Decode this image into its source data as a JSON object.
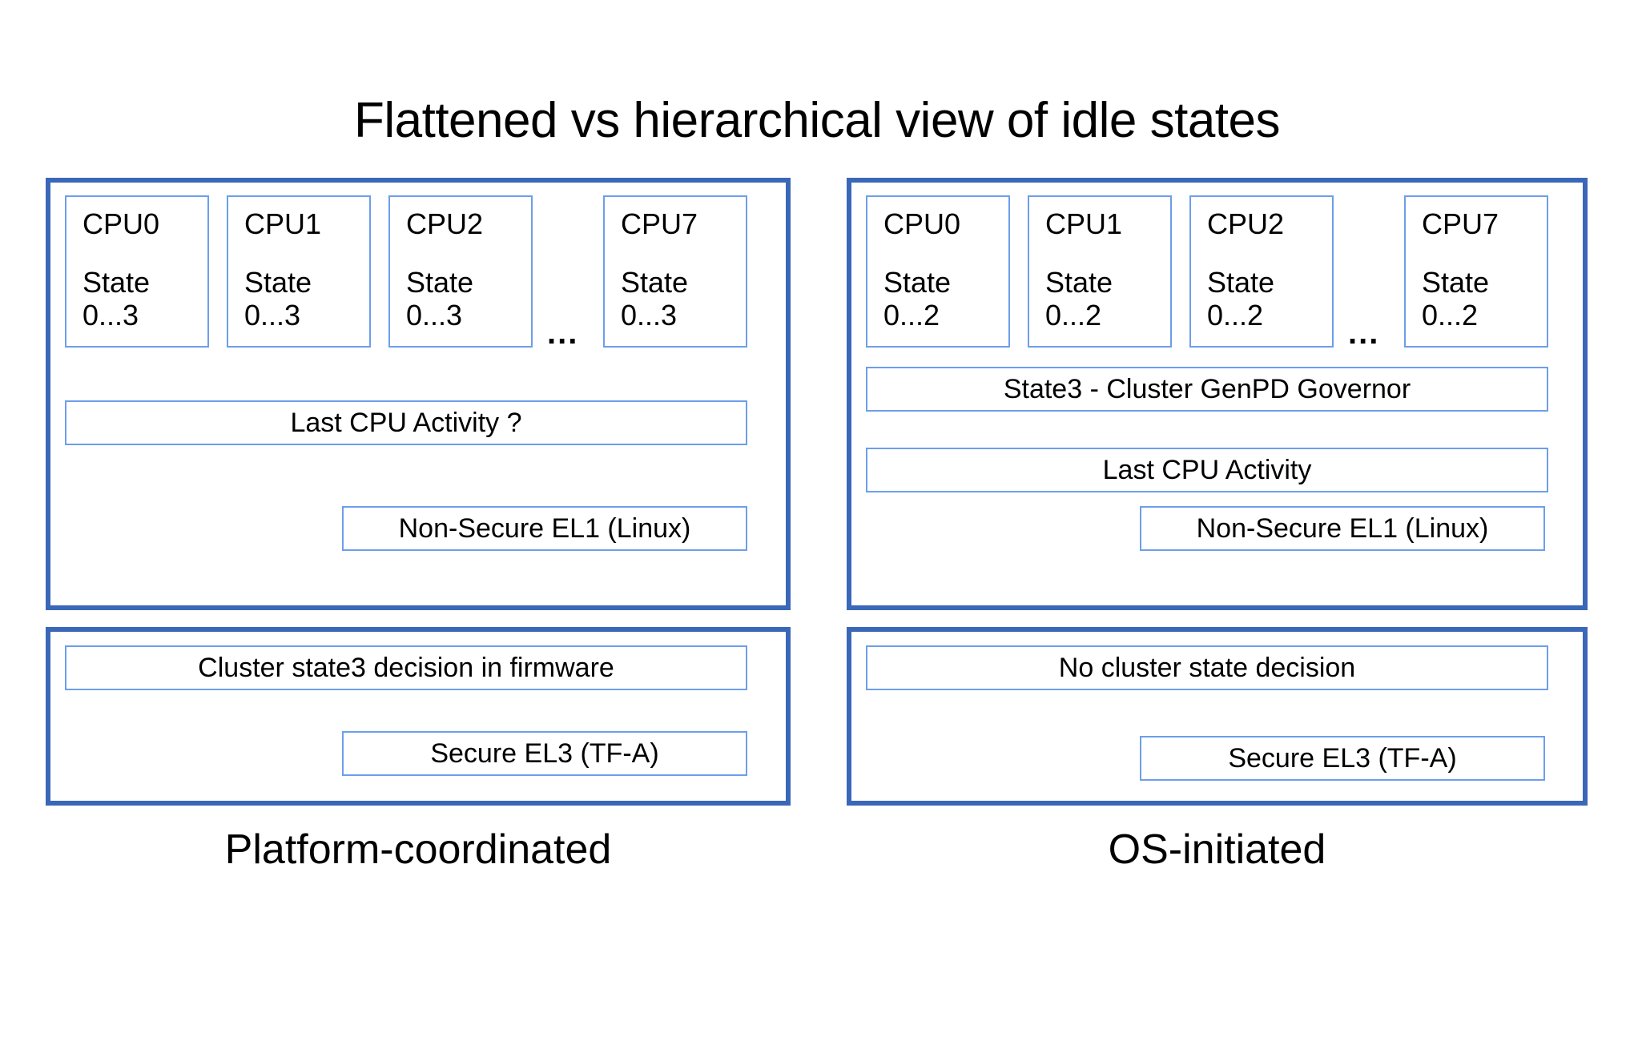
{
  "title": "Flattened vs hierarchical view of idle states",
  "colors": {
    "panel_border": "#3a67b8",
    "box_border": "#6d9eeb",
    "text": "#000000",
    "background": "#ffffff"
  },
  "ellipsis": "...",
  "left": {
    "caption": "Platform-coordinated",
    "cpus": [
      {
        "name": "CPU0",
        "state": "State\n0...3"
      },
      {
        "name": "CPU1",
        "state": "State\n0...3"
      },
      {
        "name": "CPU2",
        "state": "State\n0...3"
      },
      {
        "name": "CPU7",
        "state": "State\n0...3"
      }
    ],
    "bars": [
      "Last CPU Activity ?"
    ],
    "el1_label": "Non-Secure EL1 (Linux)",
    "firmware_bar": "Cluster state3 decision in firmware",
    "el3_label": "Secure EL3 (TF-A)"
  },
  "right": {
    "caption": "OS-initiated",
    "cpus": [
      {
        "name": "CPU0",
        "state": "State\n0...2"
      },
      {
        "name": "CPU1",
        "state": "State\n0...2"
      },
      {
        "name": "CPU2",
        "state": "State\n0...2"
      },
      {
        "name": "CPU7",
        "state": "State\n0...2"
      }
    ],
    "bars": [
      "State3 - Cluster GenPD Governor",
      "Last CPU Activity"
    ],
    "el1_label": "Non-Secure EL1 (Linux)",
    "firmware_bar": "No cluster state decision",
    "el3_label": "Secure EL3 (TF-A)"
  }
}
